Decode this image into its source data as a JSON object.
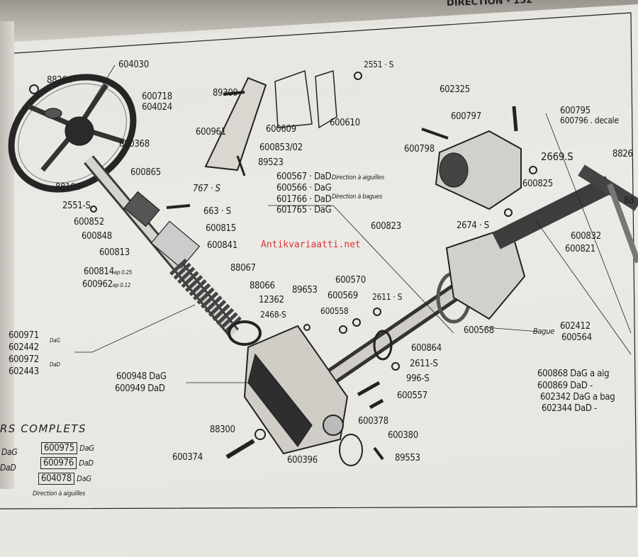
{
  "header": {
    "title": "DIRECTION - 152"
  },
  "watermark": "Antikvariaatti.net",
  "labels": {
    "l604030": "604030",
    "l88264": "88264",
    "l600718": "600718",
    "l604024": "604024",
    "l600368": "600368",
    "l600865": "600865",
    "l88106": "88106",
    "l2551s_a": "2551-S",
    "l600852": "600852",
    "l600848": "600848",
    "l600813": "600813",
    "l600814": "600814",
    "l600814_ep": "ep 0.25",
    "l600962": "600962",
    "l600962_ep": "ep 0.12",
    "l767s": "767 · S",
    "l663s": "663 · S",
    "l600815": "600815",
    "l600841": "600841",
    "l88067": "88067",
    "l88066": "88066",
    "l12362": "12362",
    "l89653": "89653",
    "l2468s": "2468-S",
    "l600558": "600558",
    "l600570": "600570",
    "l600569": "600569",
    "l2611s_a": "2611 · S",
    "l89309": "89309",
    "l600961": "600961",
    "l600609": "600609",
    "l600610": "600610",
    "l600853": "600853/02",
    "l89523": "89523",
    "l2551s_b": "2551 · S",
    "l600567": "600567 · DaD",
    "l600566": "600566 · DaG",
    "l601766": "601766 · DaD",
    "l601765": "601765 · DaG",
    "dir_aiguilles": "Direction à aiguilles",
    "dir_bagues": "Direction à bagues",
    "l602325": "602325",
    "l600797": "600797",
    "l600798": "600798",
    "l600795": "600795",
    "l600796": "600796 . decale",
    "l8826": "8826",
    "l2669s": "2669.S",
    "l600825": "600825",
    "l88x": "88",
    "l2674s": "2674 · S",
    "l600823": "600823",
    "l600832": "600832",
    "l600821": "600821",
    "l600568": "600568",
    "bague": "Bague",
    "l602412": "602412",
    "l600564": "600564",
    "l600864": "600864",
    "l2611s_b": "2611-S",
    "l996s": "996-S",
    "l600557": "600557",
    "l600378": "600378",
    "l600380": "600380",
    "l89553": "89553",
    "l88300": "88300",
    "l600374": "600374",
    "l600396": "600396",
    "l600948": "600948 DaG",
    "l600949": "600949 DaD",
    "l600971": "600971",
    "l602442": "602442",
    "l600972": "600972",
    "l602443": "602443",
    "dag_a": "DaG",
    "dad_a": "DaD",
    "l600868": "600868 DaG a aig",
    "l600869": "600869 DaD  -",
    "l602342": "602342 DaG a bag",
    "l602344": "602344 DaD  -"
  },
  "complets": {
    "title": "RS COMPLETS",
    "left": [
      "DaG",
      "DaD"
    ],
    "rows": [
      {
        "ref": "600975",
        "side": "DaG"
      },
      {
        "ref": "600976",
        "side": "DaD"
      },
      {
        "ref": "604078",
        "side": "DaG"
      }
    ],
    "caption": "Direction à aiguilles"
  }
}
